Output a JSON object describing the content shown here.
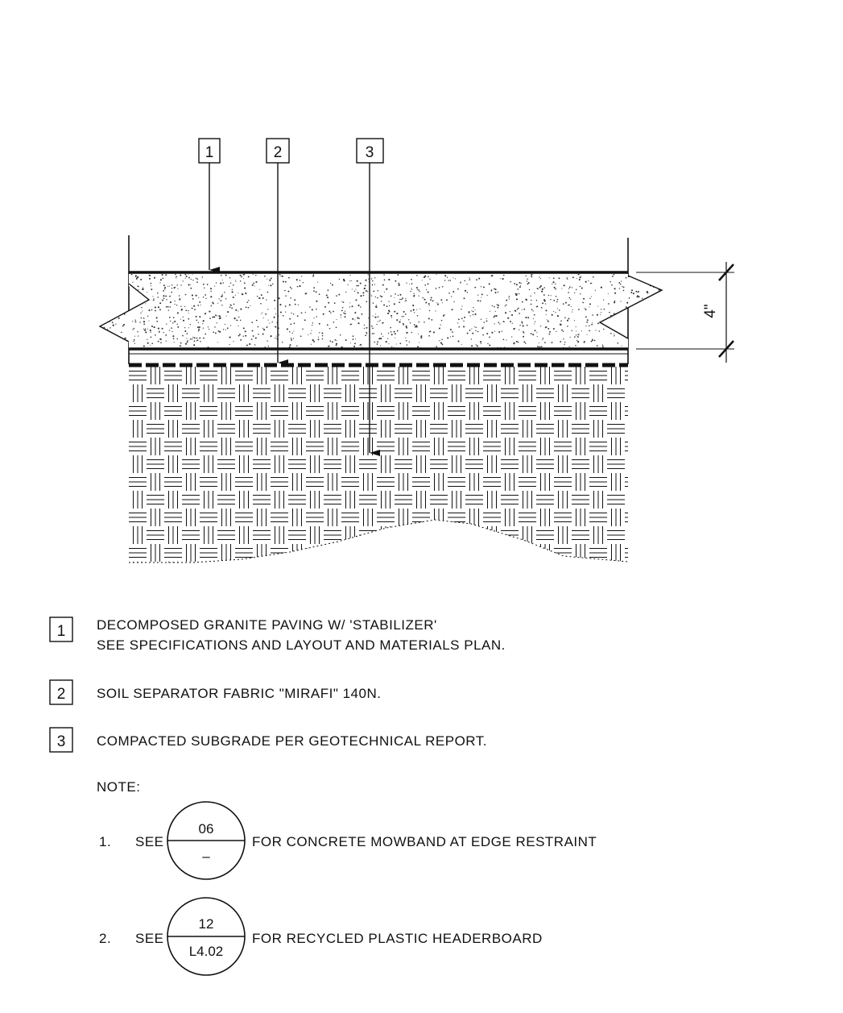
{
  "callouts": [
    {
      "num": "1"
    },
    {
      "num": "2"
    },
    {
      "num": "3"
    }
  ],
  "dimension": {
    "label": "4\""
  },
  "legend": [
    {
      "num": "1",
      "lines": [
        "DECOMPOSED GRANITE PAVING W/ 'STABILIZER'",
        "SEE SPECIFICATIONS AND LAYOUT AND MATERIALS PLAN."
      ]
    },
    {
      "num": "2",
      "lines": [
        "SOIL SEPARATOR FABRIC \"MIRAFI\" 140N."
      ]
    },
    {
      "num": "3",
      "lines": [
        "COMPACTED SUBGRADE PER GEOTECHNICAL REPORT."
      ]
    }
  ],
  "note": {
    "heading": "NOTE:",
    "items": [
      {
        "num": "1.",
        "see": "SEE",
        "detail": "06",
        "sheet": "–",
        "text": "FOR CONCRETE MOWBAND AT EDGE RESTRAINT"
      },
      {
        "num": "2.",
        "see": "SEE",
        "detail": "12",
        "sheet": "L4.02",
        "text": "FOR RECYCLED PLASTIC HEADERBOARD"
      }
    ]
  },
  "colors": {
    "ink": "#111111",
    "paper": "#ffffff"
  }
}
